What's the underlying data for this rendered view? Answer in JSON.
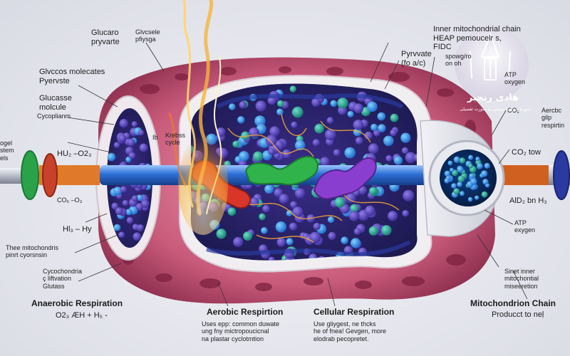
{
  "labels": {
    "glucose_pyruvate": "Glucaro\npryvarte",
    "glycolate_physga": "Glvcsele\npfiysga",
    "glucose_molecules": "Glvccos molecates\nPyervste",
    "glucose_molecule": "Glucasse\nmolcule",
    "cytoplasm": "Cycoplianm",
    "ogel_stem": "ogel\nstem\nels",
    "h2o_o23": "HU₂ –O2₃",
    "co2_o3": "CO₆ –O₃",
    "h3_hy": "Hl₃  – Hy",
    "mitochondria_cycle": "Thee mitochondris\npinrt cyorsnsin",
    "cycochondria": "Cycochondria\nç liftvation\nGlutass",
    "anaerobic_respiration": "Anaerobic Respiration",
    "anaerobic_formula": "O2₃ ÆH + H₅ -",
    "krebs_cycle": "Krebss\ncycle",
    "krebs_marker": "Ib",
    "aerobic_respiration": "Aerobic Respirtion",
    "aerobic_desc": "Uses epp: common duwate\nung fny mictropoucicnal\nna plastar cyclotmtion",
    "cellular_respiration": "Cellular Respiration",
    "cellular_desc": "Use gliygest, ne thcks\nhe of fnea! Gevgen, more\nelodrab pecopretet.",
    "inner_chain": "Inner mitochondrial chain\nHEAP pemoucelr s,\nFIDC",
    "pyruvate": "Pyrvvate\n(fo a/c)",
    "spowg": "spowg/ro\non oh",
    "atp_oxygen_top": "ATP\noxygen",
    "aerobic_side": "Aercbc\ngilp\nrespirtin",
    "co2_tow": "CO₂  tow",
    "co2_small": "CO₂",
    "ald_h3": "AlD₂  bn H₃",
    "atp_oxygen_bottom": "ATP\nexygen",
    "inner_mito": "Sinet inner\nmitochontial\nmiseeretion",
    "mitochondrion_chain": "Mitochondrion Chain",
    "product": "Producct to neḷ"
  },
  "logo": {
    "title": "هادی رنجبر",
    "subtitle": "آموزش برنامه نویسی به صورت تفصیلی"
  },
  "colors": {
    "membrane_outer": "#c85a7a",
    "membrane_inner": "#e8b9c6",
    "matrix_dot": "#4a3aa8",
    "tube_blue": "#2d6fd6",
    "ring_green": "#2aa24a",
    "ring_red": "#c8412a",
    "ring_navy": "#2b3aa0",
    "flame": "#f6b43a",
    "protein_red": "#d8362b",
    "protein_green": "#2fb34a",
    "protein_purple": "#8a3ed0",
    "logo_circle": "#d8d2e4"
  }
}
